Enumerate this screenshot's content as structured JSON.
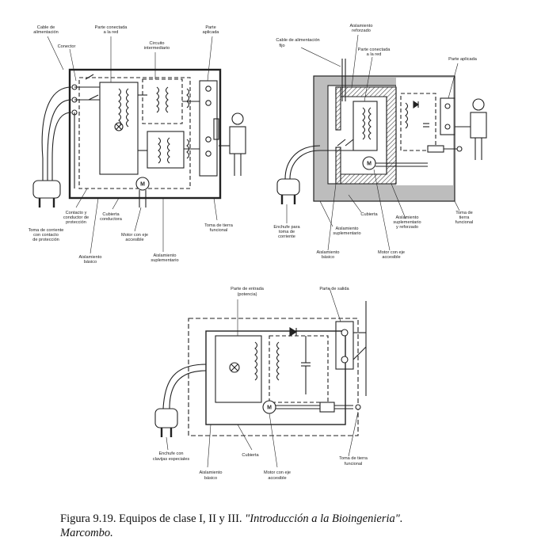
{
  "diagram1": {
    "labels": {
      "cable": [
        "Cable de",
        "alimentación"
      ],
      "connector": "Conector",
      "red": [
        "Parte conectada",
        "a la red"
      ],
      "intermediate": [
        "Circuito",
        "intermediario"
      ],
      "applied": [
        "Parte",
        "aplicada"
      ],
      "plug": [
        "Toma de corriente",
        "con contacto",
        "de protección"
      ],
      "contact": [
        "Contacto y",
        "conductor de",
        "protección"
      ],
      "cover": [
        "Cubierta",
        "conductora"
      ],
      "motor": [
        "Motor con eje",
        "accesible"
      ],
      "ground": [
        "Toma de tierra",
        "funcional"
      ],
      "basic": [
        "Aislamiento",
        "básico"
      ],
      "supplementary": [
        "Aislamiento",
        "suplementario"
      ]
    }
  },
  "diagram2": {
    "labels": {
      "reinforced": [
        "Aislamiento",
        "reforzado"
      ],
      "cable": [
        "Cable de alimentación",
        "fijo"
      ],
      "red": [
        "Parte conectada",
        "a la red"
      ],
      "applied": "Parte aplicada",
      "plug": [
        "Enchufe para",
        "toma de",
        "corriente"
      ],
      "cover": "Cubierta",
      "supp_reinf": [
        "Aislamiento",
        "suplementario",
        "y reforzado"
      ],
      "ground": [
        "Toma de",
        "tierra",
        "funcional"
      ],
      "supplementary": [
        "Aislamiento",
        "suplementario"
      ],
      "basic": [
        "Aislamiento",
        "básico"
      ],
      "motor": [
        "Motor con eje",
        "accesible"
      ]
    }
  },
  "diagram3": {
    "labels": {
      "input": [
        "Parte de entrada",
        "(potencia)"
      ],
      "output": "Parte de salida",
      "plug": [
        "Enchufe con",
        "clavijas especiales"
      ],
      "cover": "Cubierta",
      "ground": [
        "Toma de tierra",
        "funcional"
      ],
      "basic": [
        "Aislamiento",
        "básico"
      ],
      "motor": [
        "Motor con eje",
        "accesible"
      ]
    }
  },
  "motor_symbol": "M",
  "caption": {
    "prefix": "Figura 9.19. Equipos de clase I, II y III. ",
    "title": "\"Introducción a la Bioingenieria\".",
    "publisher": "Marcombo."
  }
}
